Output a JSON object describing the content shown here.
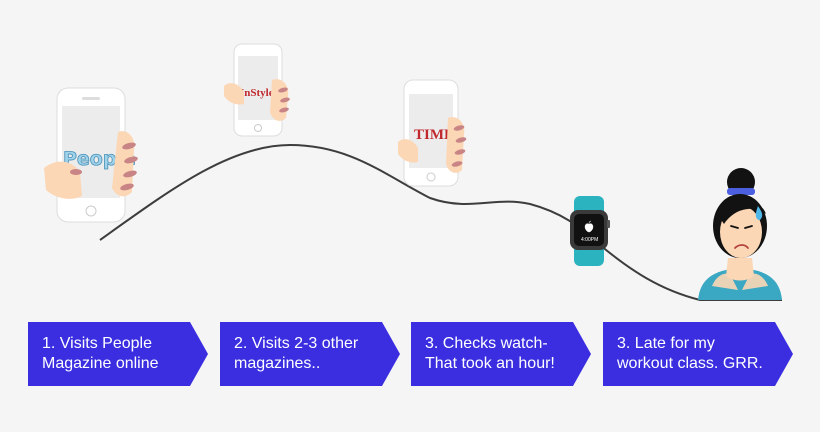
{
  "logos": {
    "people": "People",
    "instyle": "InStyle",
    "time": "TIME"
  },
  "watch": {
    "time": "4:00PM",
    "icon": "apple-logo-icon"
  },
  "steps": [
    {
      "label": "1. Visits People\nMagazine online"
    },
    {
      "label": "2. Visits 2-3 other\nmagazines.."
    },
    {
      "label": "3. Checks watch-\nThat took an hour!"
    },
    {
      "label": "3. Late for my\nworkout class. GRR."
    }
  ],
  "colors": {
    "banner": "#3a2ee0",
    "curve": "#3d3d3d",
    "watch_band": "#2bb3c0",
    "skin": "#fcd7b6",
    "nail": "#c98585",
    "hair": "#121212",
    "headband": "#4b5fe0",
    "top": "#3aa8c2"
  }
}
